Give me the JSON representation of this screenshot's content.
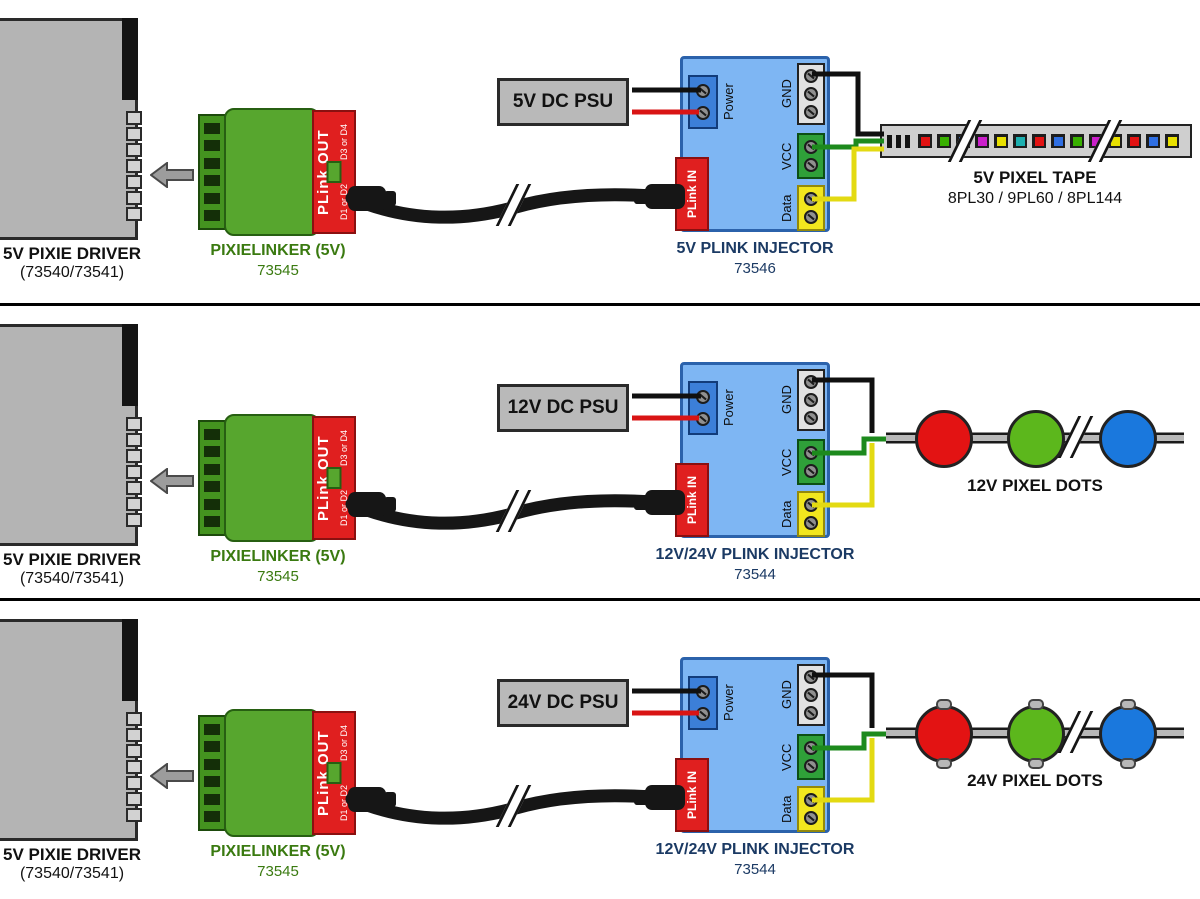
{
  "rows": [
    {
      "driver": {
        "title": "5V PIXIE DRIVER",
        "part": "(73540/73541)"
      },
      "linker": {
        "title": "PIXIELINKER (5V)",
        "part": "73545",
        "strip": "PLink OUT",
        "ch_low": "D1 or D2",
        "ch_high": "D3 or D4"
      },
      "psu": {
        "label": "5V DC PSU"
      },
      "injector": {
        "title": "5V PLINK INJECTOR",
        "part": "73546",
        "power": "Power",
        "gnd": "GND",
        "vcc": "VCC",
        "data": "Data",
        "plink_in": "PLink IN"
      },
      "output": {
        "kind": "tape",
        "title": "5V PIXEL TAPE",
        "subtitle": "8PL30 / 9PL60 / 8PL144"
      }
    },
    {
      "driver": {
        "title": "5V PIXIE DRIVER",
        "part": "(73540/73541)"
      },
      "linker": {
        "title": "PIXIELINKER (5V)",
        "part": "73545",
        "strip": "PLink OUT",
        "ch_low": "D1 or D2",
        "ch_high": "D3 or D4"
      },
      "psu": {
        "label": "12V DC PSU"
      },
      "injector": {
        "title": "12V/24V PLINK INJECTOR",
        "part": "73544",
        "power": "Power",
        "gnd": "GND",
        "vcc": "VCC",
        "data": "Data",
        "plink_in": "PLink IN"
      },
      "output": {
        "kind": "dots",
        "title": "12V PIXEL DOTS",
        "dot_colors": [
          "#e31313",
          "#5cb71c",
          "#1a78dd"
        ]
      }
    },
    {
      "driver": {
        "title": "5V PIXIE DRIVER",
        "part": "(73540/73541)"
      },
      "linker": {
        "title": "PIXIELINKER (5V)",
        "part": "73545",
        "strip": "PLink OUT",
        "ch_low": "D1 or D2",
        "ch_high": "D3 or D4"
      },
      "psu": {
        "label": "24V DC PSU"
      },
      "injector": {
        "title": "12V/24V PLINK INJECTOR",
        "part": "73544",
        "power": "Power",
        "gnd": "GND",
        "vcc": "VCC",
        "data": "Data",
        "plink_in": "PLink IN"
      },
      "output": {
        "kind": "dots",
        "title": "24V PIXEL DOTS",
        "dot_colors": [
          "#e31313",
          "#5cb71c",
          "#1a78dd"
        ]
      }
    }
  ],
  "tape_leds": [
    "#e31313",
    "#38b000",
    "#2f6fe3",
    "#cb1fcb",
    "#e8e000",
    "#1db0b0",
    "#e31313",
    "#2f6fe3",
    "#38b000",
    "#cb1fcb",
    "#e8e000",
    "#e31313",
    "#2f6fe3",
    "#e8e000"
  ],
  "colors": {
    "injector_body": "#7eb6f3",
    "linker_green": "#57a62e",
    "connector_red": "#e01f1f",
    "psu_gray": "#b9b9b9",
    "wire_black": "#101010",
    "wire_red": "#d91414",
    "wire_green": "#1d8a1d",
    "wire_yellow": "#e3da12",
    "terminal_power_blue": "#3c7fd8",
    "terminal_gnd_gray": "#e2e2e2",
    "terminal_vcc_green": "#2fa039",
    "terminal_data_yellow": "#f2e71e"
  }
}
